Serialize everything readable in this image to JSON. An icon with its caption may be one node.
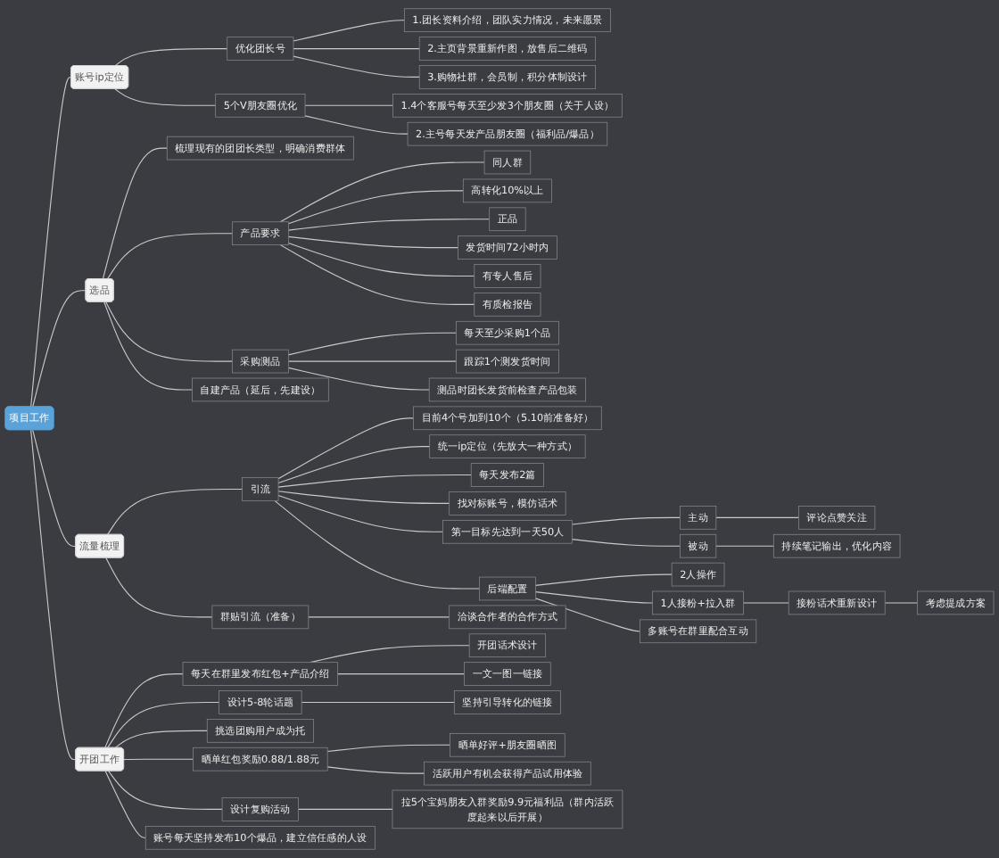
{
  "diagram": {
    "nodes": [
      {
        "text": [
          "项目工作"
        ]
      },
      {
        "text": [
          "账号ip定位"
        ]
      },
      {
        "text": [
          "优化团长号"
        ]
      },
      {
        "text": [
          "1.团长资料介绍，团队实力情况，未来愿景"
        ]
      },
      {
        "text": [
          "2.主页背景重新作图，放售后二维码"
        ]
      },
      {
        "text": [
          "3.购物社群，会员制，积分体制设计"
        ]
      },
      {
        "text": [
          "5个V朋友圈优化"
        ]
      },
      {
        "text": [
          "1.4个客服号每天至少发3个朋友圈（关于人设）"
        ]
      },
      {
        "text": [
          "2.主号每天发产品朋友圈（福利品/爆品）"
        ]
      },
      {
        "text": [
          "选品"
        ]
      },
      {
        "text": [
          "梳理现有的团团长类型，明确消费群体"
        ]
      },
      {
        "text": [
          "产品要求"
        ]
      },
      {
        "text": [
          "同人群"
        ]
      },
      {
        "text": [
          "高转化10%以上"
        ]
      },
      {
        "text": [
          "正品"
        ]
      },
      {
        "text": [
          "发货时间72小时内"
        ]
      },
      {
        "text": [
          "有专人售后"
        ]
      },
      {
        "text": [
          "有质检报告"
        ]
      },
      {
        "text": [
          "采购测品"
        ]
      },
      {
        "text": [
          "每天至少采购1个品"
        ]
      },
      {
        "text": [
          "跟踪1个测发货时间"
        ]
      },
      {
        "text": [
          "测品时团长发货前检查产品包装"
        ]
      },
      {
        "text": [
          "自建产品（延后，先建设）"
        ]
      },
      {
        "text": [
          "流量梳理"
        ]
      },
      {
        "text": [
          "引流"
        ]
      },
      {
        "text": [
          "目前4个号加到10个（5.10前准备好）"
        ]
      },
      {
        "text": [
          "统一ip定位（先放大一种方式）"
        ]
      },
      {
        "text": [
          "每天发布2篇"
        ]
      },
      {
        "text": [
          "找对标账号，模仿话术"
        ]
      },
      {
        "text": [
          "第一目标先达到一天50人"
        ]
      },
      {
        "text": [
          "主动"
        ]
      },
      {
        "text": [
          "评论点赞关注"
        ]
      },
      {
        "text": [
          "被动"
        ]
      },
      {
        "text": [
          "持续笔记输出，优化内容"
        ]
      },
      {
        "text": [
          "后端配置"
        ]
      },
      {
        "text": [
          "2人操作"
        ]
      },
      {
        "text": [
          "1人接粉+拉入群"
        ]
      },
      {
        "text": [
          "接粉话术重新设计"
        ]
      },
      {
        "text": [
          "考虑提成方案"
        ]
      },
      {
        "text": [
          "多账号在群里配合互动"
        ]
      },
      {
        "text": [
          "群贴引流（准备）"
        ]
      },
      {
        "text": [
          "洽谈合作者的合作方式"
        ]
      },
      {
        "text": [
          "开团工作"
        ]
      },
      {
        "text": [
          "每天在群里发布红包+产品介绍"
        ]
      },
      {
        "text": [
          "开团话术设计"
        ]
      },
      {
        "text": [
          "一文一图一链接"
        ]
      },
      {
        "text": [
          "设计5-8轮话题"
        ]
      },
      {
        "text": [
          "坚持引导转化的链接"
        ]
      },
      {
        "text": [
          "挑选团购用户成为托"
        ]
      },
      {
        "text": [
          "晒单红包奖励0.88/1.88元"
        ]
      },
      {
        "text": [
          "晒单好评+朋友圈晒图"
        ]
      },
      {
        "text": [
          "活跃用户有机会获得产品试用体验"
        ]
      },
      {
        "text": [
          "设计复购活动"
        ]
      },
      {
        "text": [
          "拉5个宝妈朋友入群奖励9.9元福利品（群内活跃度起来以后开展）"
        ]
      },
      {
        "text": [
          "账号每天坚持发布10个爆品，建立信任感的人设"
        ]
      }
    ],
    "edges": [
      {
        "from": 0,
        "to": 1,
        "arrow": "none"
      },
      {
        "from": 1,
        "to": 2,
        "arrow": "none"
      },
      {
        "from": 2,
        "to": 3,
        "arrow": "none"
      },
      {
        "from": 2,
        "to": 4,
        "arrow": "none"
      },
      {
        "from": 2,
        "to": 5,
        "arrow": "none"
      },
      {
        "from": 1,
        "to": 6,
        "arrow": "none"
      },
      {
        "from": 6,
        "to": 7,
        "arrow": "none"
      },
      {
        "from": 6,
        "to": 8,
        "arrow": "none"
      },
      {
        "from": 0,
        "to": 9,
        "arrow": "none"
      },
      {
        "from": 9,
        "to": 10,
        "arrow": "none"
      },
      {
        "from": 9,
        "to": 11,
        "arrow": "none"
      },
      {
        "from": 11,
        "to": 12,
        "arrow": "none"
      },
      {
        "from": 11,
        "to": 13,
        "arrow": "none"
      },
      {
        "from": 11,
        "to": 14,
        "arrow": "none"
      },
      {
        "from": 11,
        "to": 15,
        "arrow": "none"
      },
      {
        "from": 11,
        "to": 16,
        "arrow": "none"
      },
      {
        "from": 11,
        "to": 17,
        "arrow": "none"
      },
      {
        "from": 9,
        "to": 18,
        "arrow": "none"
      },
      {
        "from": 18,
        "to": 19,
        "arrow": "none"
      },
      {
        "from": 18,
        "to": 20,
        "arrow": "none"
      },
      {
        "from": 18,
        "to": 21,
        "arrow": "none"
      },
      {
        "from": 9,
        "to": 22,
        "arrow": "none"
      },
      {
        "from": 0,
        "to": 23,
        "arrow": "none"
      },
      {
        "from": 23,
        "to": 24,
        "arrow": "none"
      },
      {
        "from": 24,
        "to": 25,
        "arrow": "none"
      },
      {
        "from": 24,
        "to": 26,
        "arrow": "none"
      },
      {
        "from": 24,
        "to": 27,
        "arrow": "none"
      },
      {
        "from": 24,
        "to": 28,
        "arrow": "none"
      },
      {
        "from": 24,
        "to": 29,
        "arrow": "none"
      },
      {
        "from": 29,
        "to": 30,
        "arrow": "none"
      },
      {
        "from": 30,
        "to": 31,
        "arrow": "none"
      },
      {
        "from": 29,
        "to": 32,
        "arrow": "none"
      },
      {
        "from": 32,
        "to": 33,
        "arrow": "none"
      },
      {
        "from": 24,
        "to": 34,
        "arrow": "none"
      },
      {
        "from": 34,
        "to": 35,
        "arrow": "none"
      },
      {
        "from": 34,
        "to": 36,
        "arrow": "none"
      },
      {
        "from": 36,
        "to": 37,
        "arrow": "none"
      },
      {
        "from": 37,
        "to": 38,
        "arrow": "none"
      },
      {
        "from": 34,
        "to": 39,
        "arrow": "none"
      },
      {
        "from": 23,
        "to": 40,
        "arrow": "none"
      },
      {
        "from": 40,
        "to": 41,
        "arrow": "none"
      },
      {
        "from": 0,
        "to": 42,
        "arrow": "none"
      },
      {
        "from": 42,
        "to": 43,
        "arrow": "none"
      },
      {
        "from": 43,
        "to": 44,
        "arrow": "none"
      },
      {
        "from": 43,
        "to": 45,
        "arrow": "none"
      },
      {
        "from": 42,
        "to": 46,
        "arrow": "none"
      },
      {
        "from": 46,
        "to": 47,
        "arrow": "none"
      },
      {
        "from": 42,
        "to": 48,
        "arrow": "none"
      },
      {
        "from": 42,
        "to": 49,
        "arrow": "none"
      },
      {
        "from": 49,
        "to": 50,
        "arrow": "none"
      },
      {
        "from": 49,
        "to": 51,
        "arrow": "none"
      },
      {
        "from": 42,
        "to": 52,
        "arrow": "none"
      },
      {
        "from": 52,
        "to": 53,
        "arrow": "none"
      },
      {
        "from": 42,
        "to": 54,
        "arrow": "none"
      }
    ]
  }
}
